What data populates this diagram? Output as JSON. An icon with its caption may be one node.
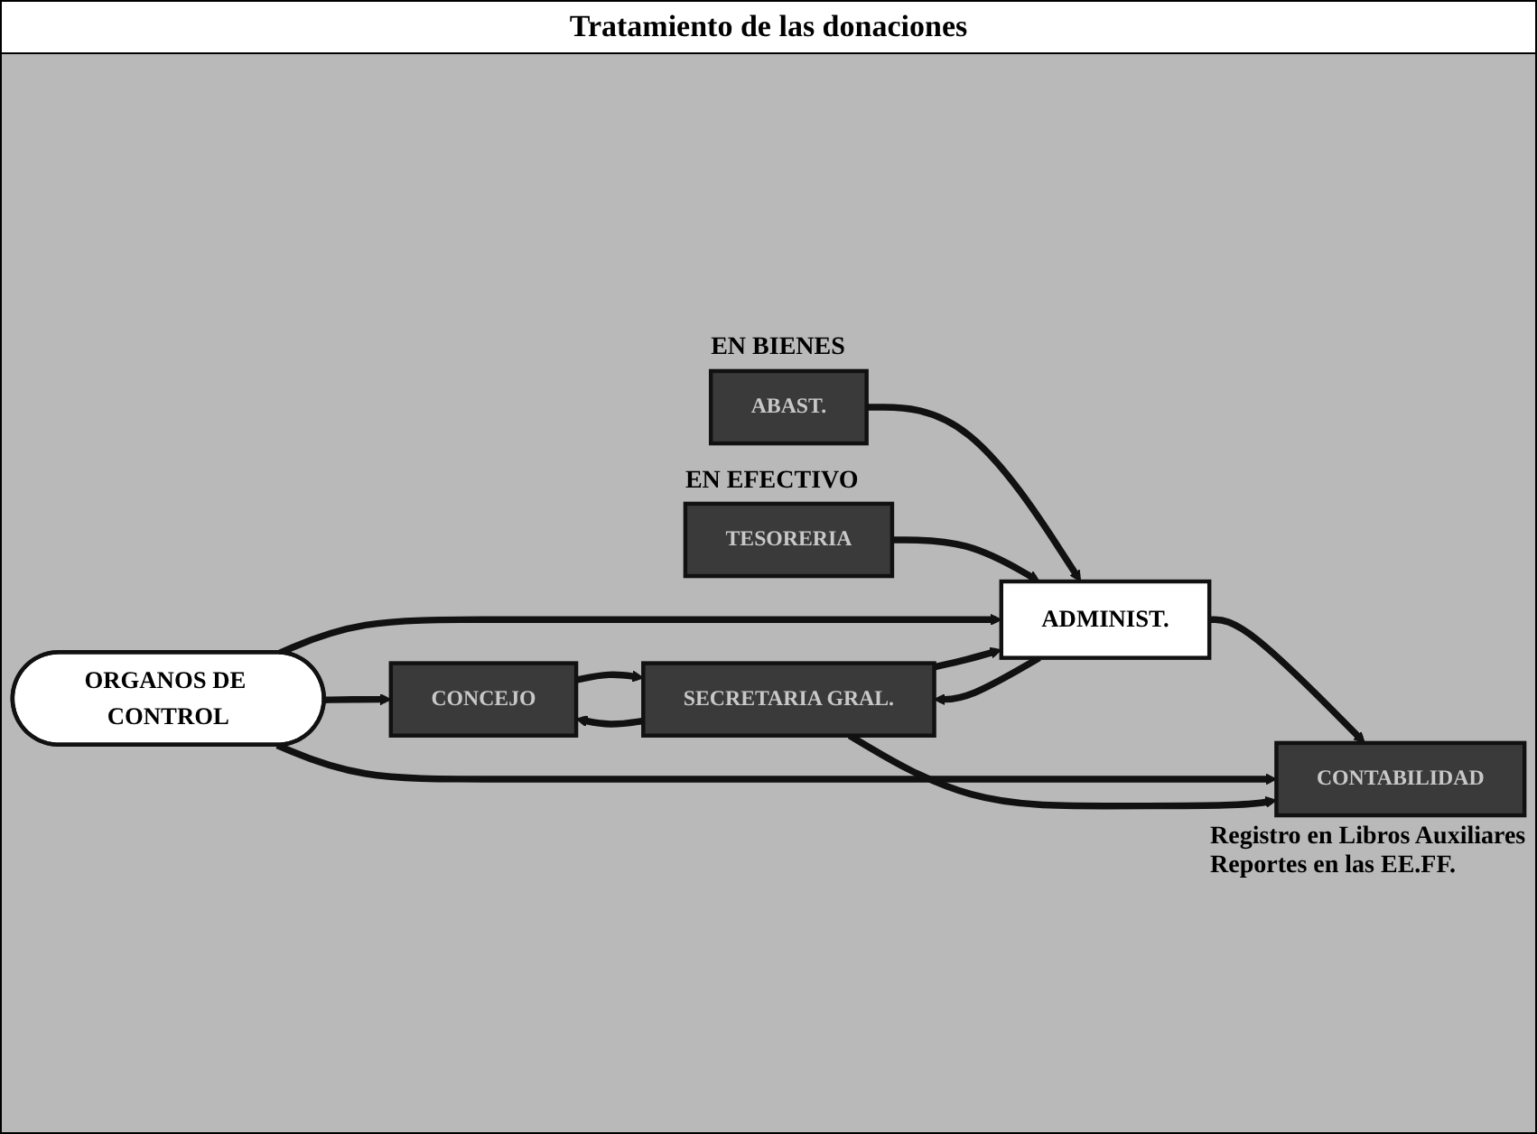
{
  "diagram": {
    "title": "Tratamiento de las donaciones",
    "nodes": [
      {
        "text": [
          "CONCEJO"
        ]
      },
      {
        "text": [
          "ABAST."
        ],
        "beside": [
          "EN BIENES"
        ]
      },
      {
        "text": [
          "SECRETARIA GRAL."
        ]
      },
      {
        "text": [
          "ADMINIST."
        ]
      },
      {
        "text": [
          "ORGANOS DE CONTROL"
        ]
      },
      {
        "text": [
          "TESORERIA"
        ],
        "beside": [
          "EN EFECTIVO"
        ]
      },
      {
        "text": [
          "CONTABILIDAD"
        ],
        "beside": [
          "Registro en Libros Auxiliares",
          "Reportes en las EE.FF."
        ]
      }
    ],
    "edges": [
      {
        "from": 1,
        "to": 3,
        "arrow": "to"
      },
      {
        "from": 5,
        "to": 3,
        "arrow": "to"
      },
      {
        "from": 3,
        "to": 2,
        "arrow": "to"
      },
      {
        "from": 3,
        "to": 6,
        "arrow": "to"
      },
      {
        "from": 2,
        "to": 0,
        "arrow": "to"
      },
      {
        "from": 0,
        "to": 2,
        "arrow": "to"
      },
      {
        "from": 4,
        "to": 0,
        "arrow": "to"
      },
      {
        "from": 4,
        "to": 3,
        "arrow": "to"
      },
      {
        "from": 4,
        "to": 6,
        "arrow": "to"
      },
      {
        "from": 2,
        "to": 6,
        "arrow": "to"
      },
      {
        "from": 2,
        "to": 3,
        "arrow": "to"
      }
    ]
  }
}
